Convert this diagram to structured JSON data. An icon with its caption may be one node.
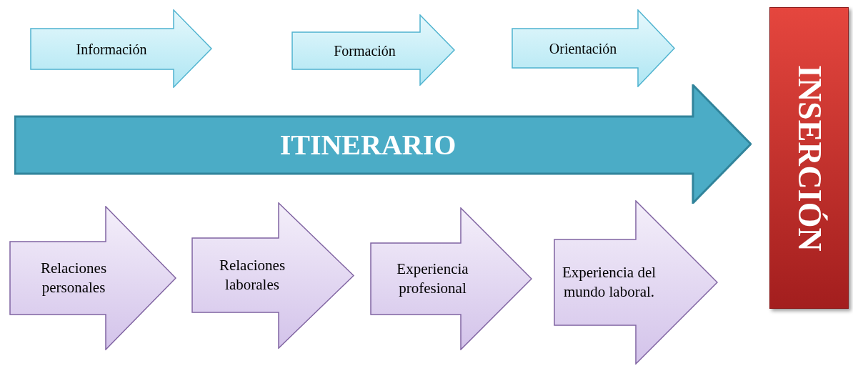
{
  "diagram": {
    "nodes": [
      {
        "text": [
          "Información"
        ]
      },
      {
        "text": [
          "Formación"
        ]
      },
      {
        "text": [
          "Orientación"
        ]
      },
      {
        "text": [
          "ITINERARIO"
        ]
      },
      {
        "text": [
          "Relaciones personales"
        ]
      },
      {
        "text": [
          "Relaciones laborales"
        ]
      },
      {
        "text": [
          "Experiencia profesional"
        ]
      },
      {
        "text": [
          "Experiencia del mundo laboral."
        ]
      },
      {
        "text": [
          "INSERCIÓN"
        ]
      }
    ]
  }
}
